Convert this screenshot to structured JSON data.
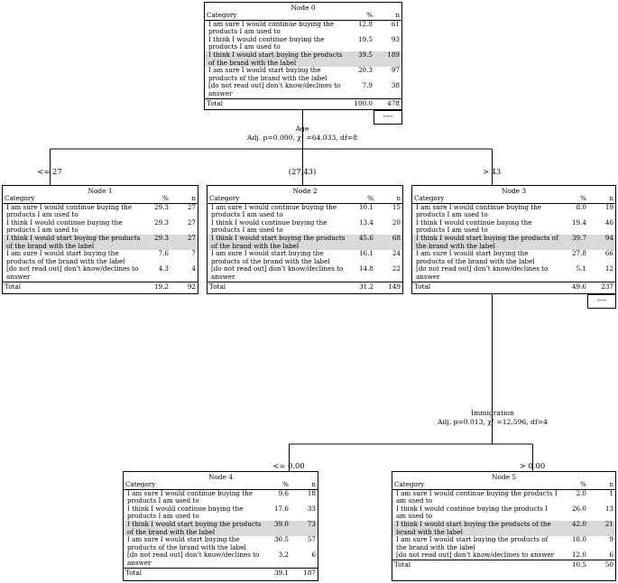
{
  "tree": {
    "nodes": [
      {
        "id": "node-0",
        "title": "Node 0",
        "header": {
          "category": "Category",
          "pct": "%",
          "n": "n"
        },
        "rows": [
          {
            "label": "I am sure I would continue buying the products I am used to",
            "pct": "12.8",
            "n": "61"
          },
          {
            "label": "I think I would continue buying the products I am used to",
            "pct": "19.5",
            "n": "93"
          },
          {
            "label": "I think I would start buying the products of the brand with the label",
            "pct": "39.5",
            "n": "189",
            "highlight": true
          },
          {
            "label": "I am sure I would start buying the products of the brand with the label",
            "pct": "20.3",
            "n": "97"
          },
          {
            "label": "[do not read out] don’t know/declines to answer",
            "pct": "7.9",
            "n": "38"
          }
        ],
        "total": {
          "label": "Total",
          "pct": "100.0",
          "n": "478"
        }
      },
      {
        "id": "node-1",
        "title": "Node 1",
        "header": {
          "category": "Category",
          "pct": "%",
          "n": "n"
        },
        "rows": [
          {
            "label": "I am sure I would continue buying the products I am used to",
            "pct": "29.3",
            "n": "27"
          },
          {
            "label": "I think I would continue buying the products I am used to",
            "pct": "29.3",
            "n": "27"
          },
          {
            "label": "I think I would start buying the products of the brand with the label",
            "pct": "29.3",
            "n": "27",
            "highlight": true
          },
          {
            "label": "I am sure I would start buying the products of the brand with the label",
            "pct": "7.6",
            "n": "7"
          },
          {
            "label": "[do not read out] don’t know/declines to answer",
            "pct": "4.3",
            "n": "4"
          }
        ],
        "total": {
          "label": "Total",
          "pct": "19.2",
          "n": "92"
        }
      },
      {
        "id": "node-2",
        "title": "Node 2",
        "header": {
          "category": "Category",
          "pct": "%",
          "n": "n"
        },
        "rows": [
          {
            "label": "I am sure I would continue buying the products I am used to",
            "pct": "10.1",
            "n": "15"
          },
          {
            "label": "I think I would continue buying the products I am used to",
            "pct": "13.4",
            "n": "20"
          },
          {
            "label": "I think I would start buying the products of the brand with the label",
            "pct": "45.6",
            "n": "68",
            "highlight": true
          },
          {
            "label": "I am sure I would start buying the products of the brand with the label",
            "pct": "16.1",
            "n": "24"
          },
          {
            "label": "[do not read out] don’t know/declines to answer",
            "pct": "14.8",
            "n": "22"
          }
        ],
        "total": {
          "label": "Total",
          "pct": "31.2",
          "n": "149"
        }
      },
      {
        "id": "node-3",
        "title": "Node 3",
        "header": {
          "category": "Category",
          "pct": "%",
          "n": "n"
        },
        "rows": [
          {
            "label": "I am sure I would continue buying the products I am used to",
            "pct": "8.0",
            "n": "19"
          },
          {
            "label": "I think I would continue buying the products I am used to",
            "pct": "19.4",
            "n": "46"
          },
          {
            "label": "I think I would start buying the products of the brand with the label",
            "pct": "39.7",
            "n": "94",
            "highlight": true
          },
          {
            "label": "I am sure I would start buying the products of the brand with the label",
            "pct": "27.8",
            "n": "66"
          },
          {
            "label": "[do not read out] don’t know/declines to answer",
            "pct": "5.1",
            "n": "12"
          }
        ],
        "total": {
          "label": "Total",
          "pct": "49.6",
          "n": "237"
        }
      },
      {
        "id": "node-4",
        "title": "Node 4",
        "header": {
          "category": "Category",
          "pct": "%",
          "n": "n"
        },
        "rows": [
          {
            "label": "I am sure I would continue buying the products I am used to",
            "pct": "9.6",
            "n": "18"
          },
          {
            "label": "I think I would continue buying the products I am used to",
            "pct": "17.6",
            "n": "33"
          },
          {
            "label": "I think I would start buying the products of the brand with the label",
            "pct": "39.0",
            "n": "73",
            "highlight": true
          },
          {
            "label": "I am sure I would start buying the products of the brand with the label",
            "pct": "30.5",
            "n": "57"
          },
          {
            "label": "[do not read out] don’t know/declines to answer",
            "pct": "3.2",
            "n": "6"
          }
        ],
        "total": {
          "label": "Total",
          "pct": "39.1",
          "n": "187"
        }
      },
      {
        "id": "node-5",
        "title": "Node 5",
        "header": {
          "category": "Category",
          "pct": "%",
          "n": "n"
        },
        "rows": [
          {
            "label": "I am sure I would continue buying the products I am used to",
            "pct": "2.0",
            "n": "1"
          },
          {
            "label": "I think I would continue buying the products I am used to",
            "pct": "26.0",
            "n": "13"
          },
          {
            "label": "I think I would start buying the products of the brand with the label",
            "pct": "42.0",
            "n": "21",
            "highlight": true
          },
          {
            "label": "I am sure I would start buying the products of the brand with the label",
            "pct": "18.0",
            "n": "9"
          },
          {
            "label": "[do not read out] don’t know/declines to answer",
            "pct": "12.0",
            "n": "6"
          }
        ],
        "total": {
          "label": "Total",
          "pct": "10.5",
          "n": "50"
        }
      }
    ],
    "splits": [
      {
        "id": "split-age",
        "variable": "Age",
        "stats_prefix": "Adj. p=0.000, χ² =64.033, df=8",
        "branches": [
          "<= 27",
          "(27,43)",
          "> 43"
        ]
      },
      {
        "id": "split-immigration",
        "variable": "Immigration",
        "stats_prefix": "Adj. p=0.013, χ² =12.596, df=4",
        "branches": [
          "<= 0.00",
          "> 0.00"
        ]
      }
    ],
    "collapsed_marker": "----"
  }
}
